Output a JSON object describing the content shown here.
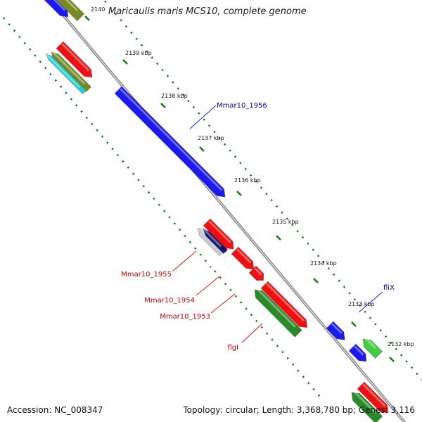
{
  "title": "Maricaulis maris MCS10, complete genome",
  "footer": {
    "accession": "Accession: NC_008347",
    "stats": "Topology: circular; Length: 3,368,780 bp; Genes: 3,116"
  },
  "ticks": [
    "2140",
    "2139 kbp",
    "2138 kbp",
    "2137 kbp",
    "2136 kbp",
    "2135 kbp",
    "2134 kbp",
    "2133 kbp",
    "2132 kbp"
  ],
  "labels": [
    {
      "text": "Mmar10_1956",
      "color": "#0000aa"
    },
    {
      "text": "Mmar10_1955",
      "color": "#cc0000"
    },
    {
      "text": "Mmar10_1954",
      "color": "#cc0000"
    },
    {
      "text": "Mmar10_1953",
      "color": "#cc0000"
    },
    {
      "text": "flgI",
      "color": "#cc0000"
    },
    {
      "text": "fliX",
      "color": "#0000aa"
    }
  ],
  "colors": {
    "backbone": "#8a8a8a",
    "tick_dots": "#1a7a1a",
    "red": "#ee1111",
    "blue": "#1a1aee",
    "olive": "#7a8a22",
    "cyan": "#22cccc",
    "green": "#2a8a2a",
    "light_green": "#44cc44",
    "gray": "#cccccc",
    "navy": "#151575"
  }
}
